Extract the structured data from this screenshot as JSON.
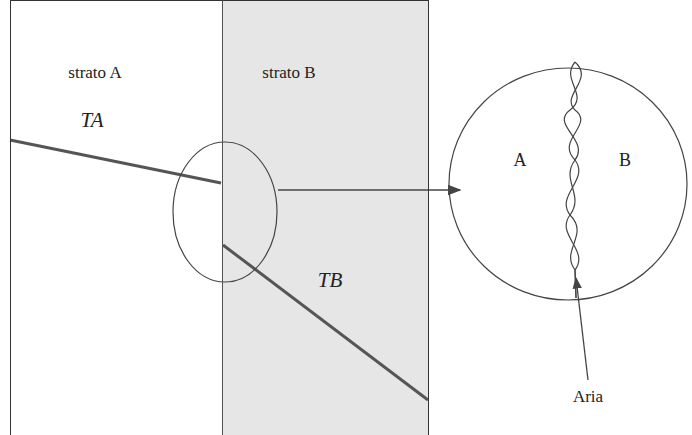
{
  "diagram": {
    "nodes": [
      {
        "text": [
          "strato A"
        ]
      },
      {
        "text": [
          "strato B"
        ]
      },
      {
        "text": [
          "A",
          "B"
        ]
      }
    ],
    "labels": [
      "TA",
      "TB",
      "Aria"
    ]
  }
}
